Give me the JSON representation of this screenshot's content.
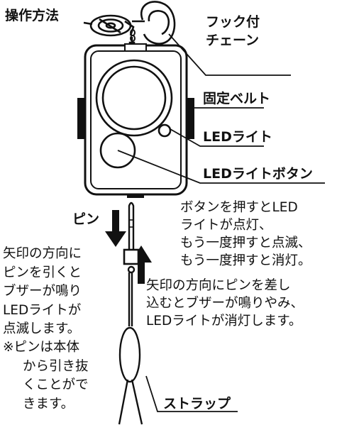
{
  "title": "操作方法",
  "labels": {
    "hook_chain_line1": "フック付",
    "hook_chain_line2": "チェーン",
    "belt": "固定ベルト",
    "led": "LEDライト",
    "led_button": "LEDライトボタン",
    "pin": "ピン",
    "strap": "ストラップ"
  },
  "descriptions": {
    "button": [
      "ボタンを押すとLED",
      "ライトが点灯、",
      "もう一度押すと点滅、",
      "もう一度押すと消灯。"
    ],
    "pull": [
      "矢印の方向に",
      "ピンを引くと",
      "ブザーが鳴り",
      "LEDライトが",
      "点滅します。"
    ],
    "note": [
      "※ピンは本体",
      "から引き抜",
      "くことがで",
      "きます。"
    ],
    "insert": [
      "矢印の方向にピンを差し",
      "込むとブザーが鳴りやみ、",
      "LEDライトが消灯します。"
    ]
  }
}
